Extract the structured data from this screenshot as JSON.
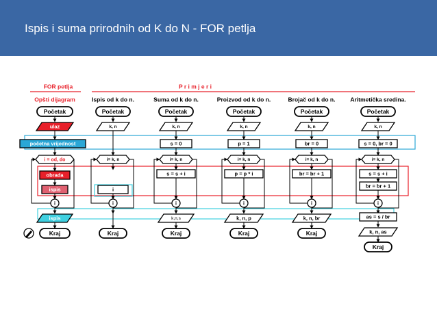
{
  "slide": {
    "title": "Ispis i suma prirodnih od K do N - FOR petlja"
  },
  "colors": {
    "header": "#3a67a4",
    "accent_red": "#e8202a",
    "accent_cyan": "#2aa7d6",
    "cyan_light": "#40d0e0",
    "red_light": "#e06070",
    "box_fill": "#ffffff",
    "arrow": "#000000"
  },
  "section": {
    "left_heading": "FOR petlja",
    "right_heading": "P r i m j e r i"
  },
  "general": {
    "title": "Opšti dijagram",
    "start": "Početak",
    "input": "ulaz",
    "init": "početna vrijednost",
    "loop": "i = od, do",
    "process": "obrada",
    "print_in": "ispis",
    "connector": "i",
    "print_out": "ispis",
    "end": "Kraj"
  },
  "examples": [
    {
      "title": "Ispis od k do n.",
      "start": "Početak",
      "input": "k, n",
      "init": "",
      "loop": "i= k,  n",
      "body": [
        "i"
      ],
      "connector": "i",
      "output": "",
      "end": "Kraj"
    },
    {
      "title": "Suma od k do n.",
      "start": "Početak",
      "input": "k, n",
      "init": "s = 0",
      "loop": "i= k,  n",
      "body": [
        "s = s + i"
      ],
      "connector": "i",
      "output": "k,n,s",
      "end": "Kraj"
    },
    {
      "title": "Proizvod od k do n.",
      "start": "Početak",
      "input": "k, n",
      "init": "p = 1",
      "loop": "i= k,  n",
      "body": [
        "p = p * i"
      ],
      "connector": "i",
      "output": "k, n, p",
      "end": "Kraj"
    },
    {
      "title": "Brojač od k do n.",
      "start": "Početak",
      "input": "k, n",
      "init": "br = 0",
      "loop": "i= k,  n",
      "body": [
        "br = br + 1"
      ],
      "connector": "i",
      "output": "k, n, br",
      "end": "Kraj"
    },
    {
      "title": "Aritmetička sredina.",
      "start": "Početak",
      "input": "k, n",
      "init": "s = 0, br = 0",
      "loop": "i= k,  n",
      "body": [
        "s = s + i",
        "br = br + 1"
      ],
      "connector": "i",
      "calc": "as = s / br",
      "output": "k, n, as",
      "end": "Kraj"
    }
  ]
}
